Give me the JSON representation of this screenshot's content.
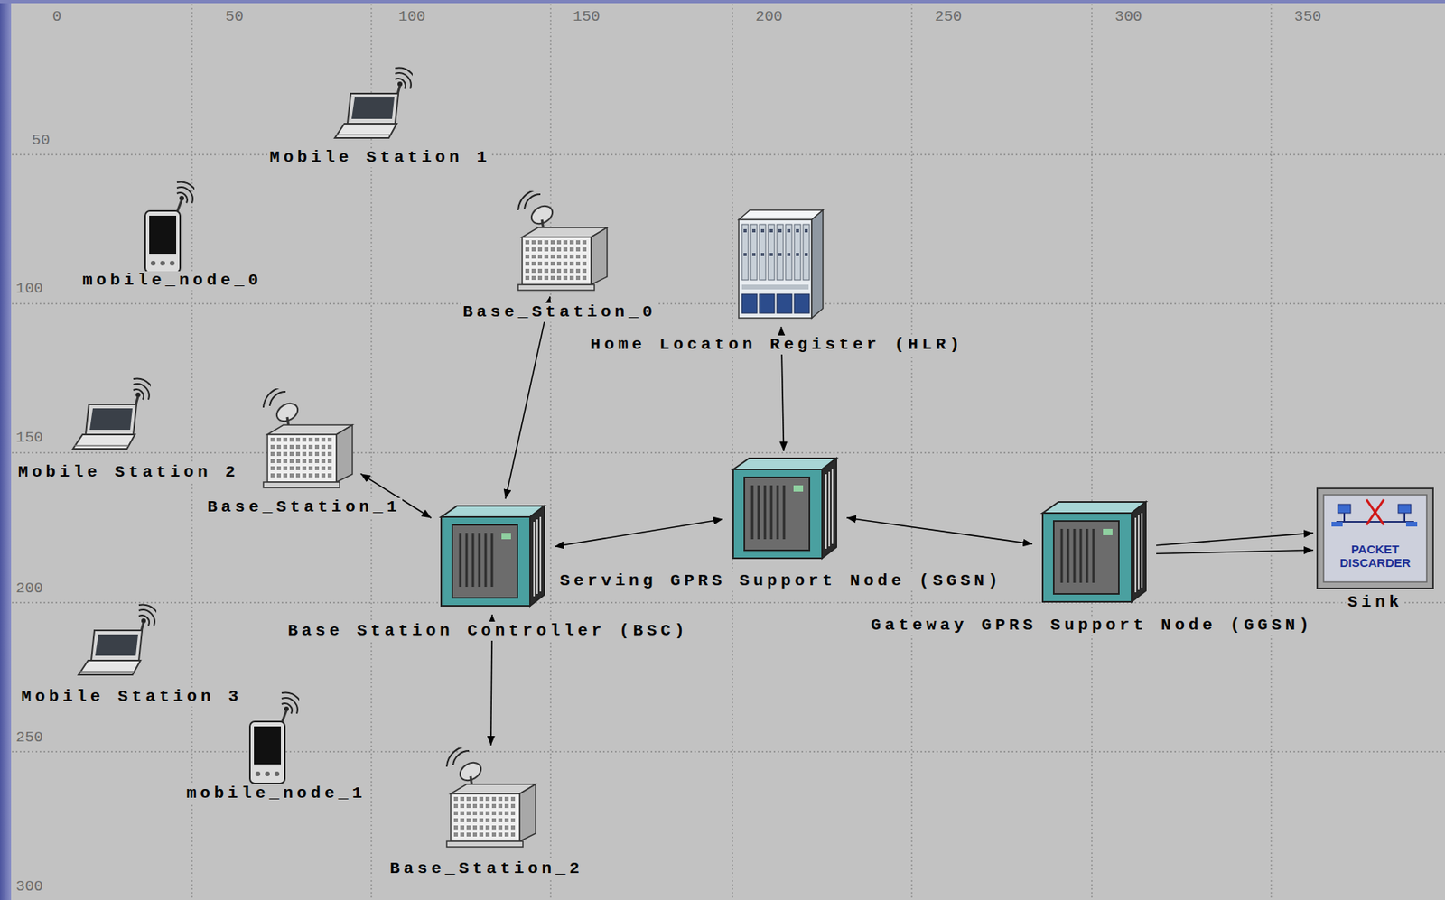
{
  "diagram": {
    "nodes": [
      {
        "text": [
          "Mobile Station 1"
        ]
      },
      {
        "text": [
          "mobile_node_0"
        ]
      },
      {
        "text": [
          "Base_Station_0"
        ]
      },
      {
        "text": [
          "Home Locaton Register (HLR)"
        ]
      },
      {
        "text": [
          "Mobile Station 2"
        ]
      },
      {
        "text": [
          "Base_Station_1"
        ]
      },
      {
        "text": [
          "Serving GPRS Support Node (SGSN)"
        ]
      },
      {
        "text": [
          "Base Station Controller (BSC)"
        ]
      },
      {
        "text": [
          "Gateway GPRS Support Node (GGSN)"
        ]
      },
      {
        "text": [
          "Sink"
        ]
      },
      {
        "text": [
          "Mobile Station 3"
        ]
      },
      {
        "text": [
          "mobile_node_1"
        ]
      },
      {
        "text": [
          "Base_Station_2"
        ]
      }
    ],
    "edges": [
      {
        "from": 2,
        "to": 7,
        "arrow": "both"
      },
      {
        "from": 5,
        "to": 7,
        "arrow": "both"
      },
      {
        "from": 7,
        "to": 12,
        "arrow": "both"
      },
      {
        "from": 7,
        "to": 6,
        "arrow": "both"
      },
      {
        "from": 3,
        "to": 6,
        "arrow": "both"
      },
      {
        "from": 6,
        "to": 8,
        "arrow": "both"
      },
      {
        "from": 8,
        "to": 9,
        "arrow": "to"
      },
      {
        "from": 8,
        "to": 9,
        "arrow": "to"
      }
    ],
    "labels": [
      "0",
      "50",
      "100",
      "150",
      "200",
      "250",
      "300",
      "350",
      "50",
      "100",
      "150",
      "200",
      "250",
      "300",
      "PACKET DISCARDER"
    ]
  }
}
